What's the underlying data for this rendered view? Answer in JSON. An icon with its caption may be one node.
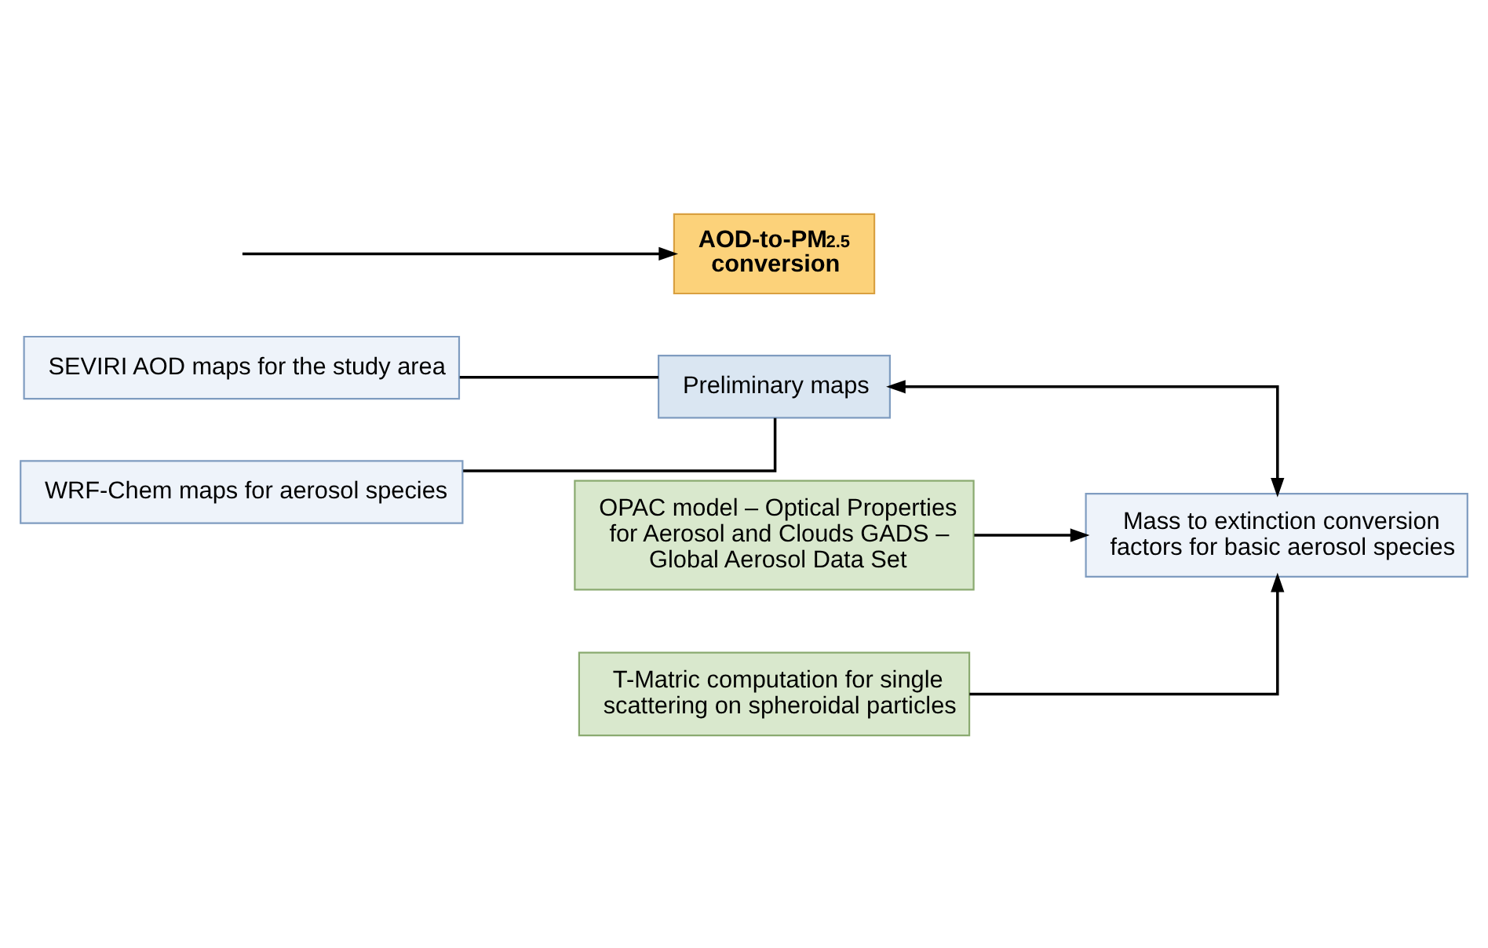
{
  "diagram": {
    "nodes": [
      {
        "text": [
          "SEVIRI AOD maps for the study area"
        ]
      },
      {
        "text": [
          "WRF-Chem maps for aerosol species"
        ]
      },
      {
        "text": [
          "Preliminary maps"
        ]
      },
      {
        "text": [
          "OPAC model – Optical Properties for Aerosol and Clouds GADS – Global Aerosol Data Set"
        ]
      },
      {
        "text": [
          "T-Matric computation for single scattering on spheroidal particles"
        ]
      },
      {
        "text": [
          "Mass to extinction conversion factors for basic aerosol species"
        ]
      },
      {
        "text": [
          "AOD-to-PM$_{2.5}$ conversion"
        ]
      }
    ],
    "edges": [
      {
        "from": 0,
        "to": 2,
        "arrow": "none"
      },
      {
        "from": 1,
        "to": 2,
        "arrow": "none"
      },
      {
        "from": 3,
        "to": 5,
        "arrow": "to"
      },
      {
        "from": 4,
        "to": 5,
        "arrow": "to"
      },
      {
        "from": 2,
        "to": 5,
        "arrow": "both"
      },
      {
        "from": null,
        "to": 6,
        "arrow": "to"
      }
    ]
  }
}
